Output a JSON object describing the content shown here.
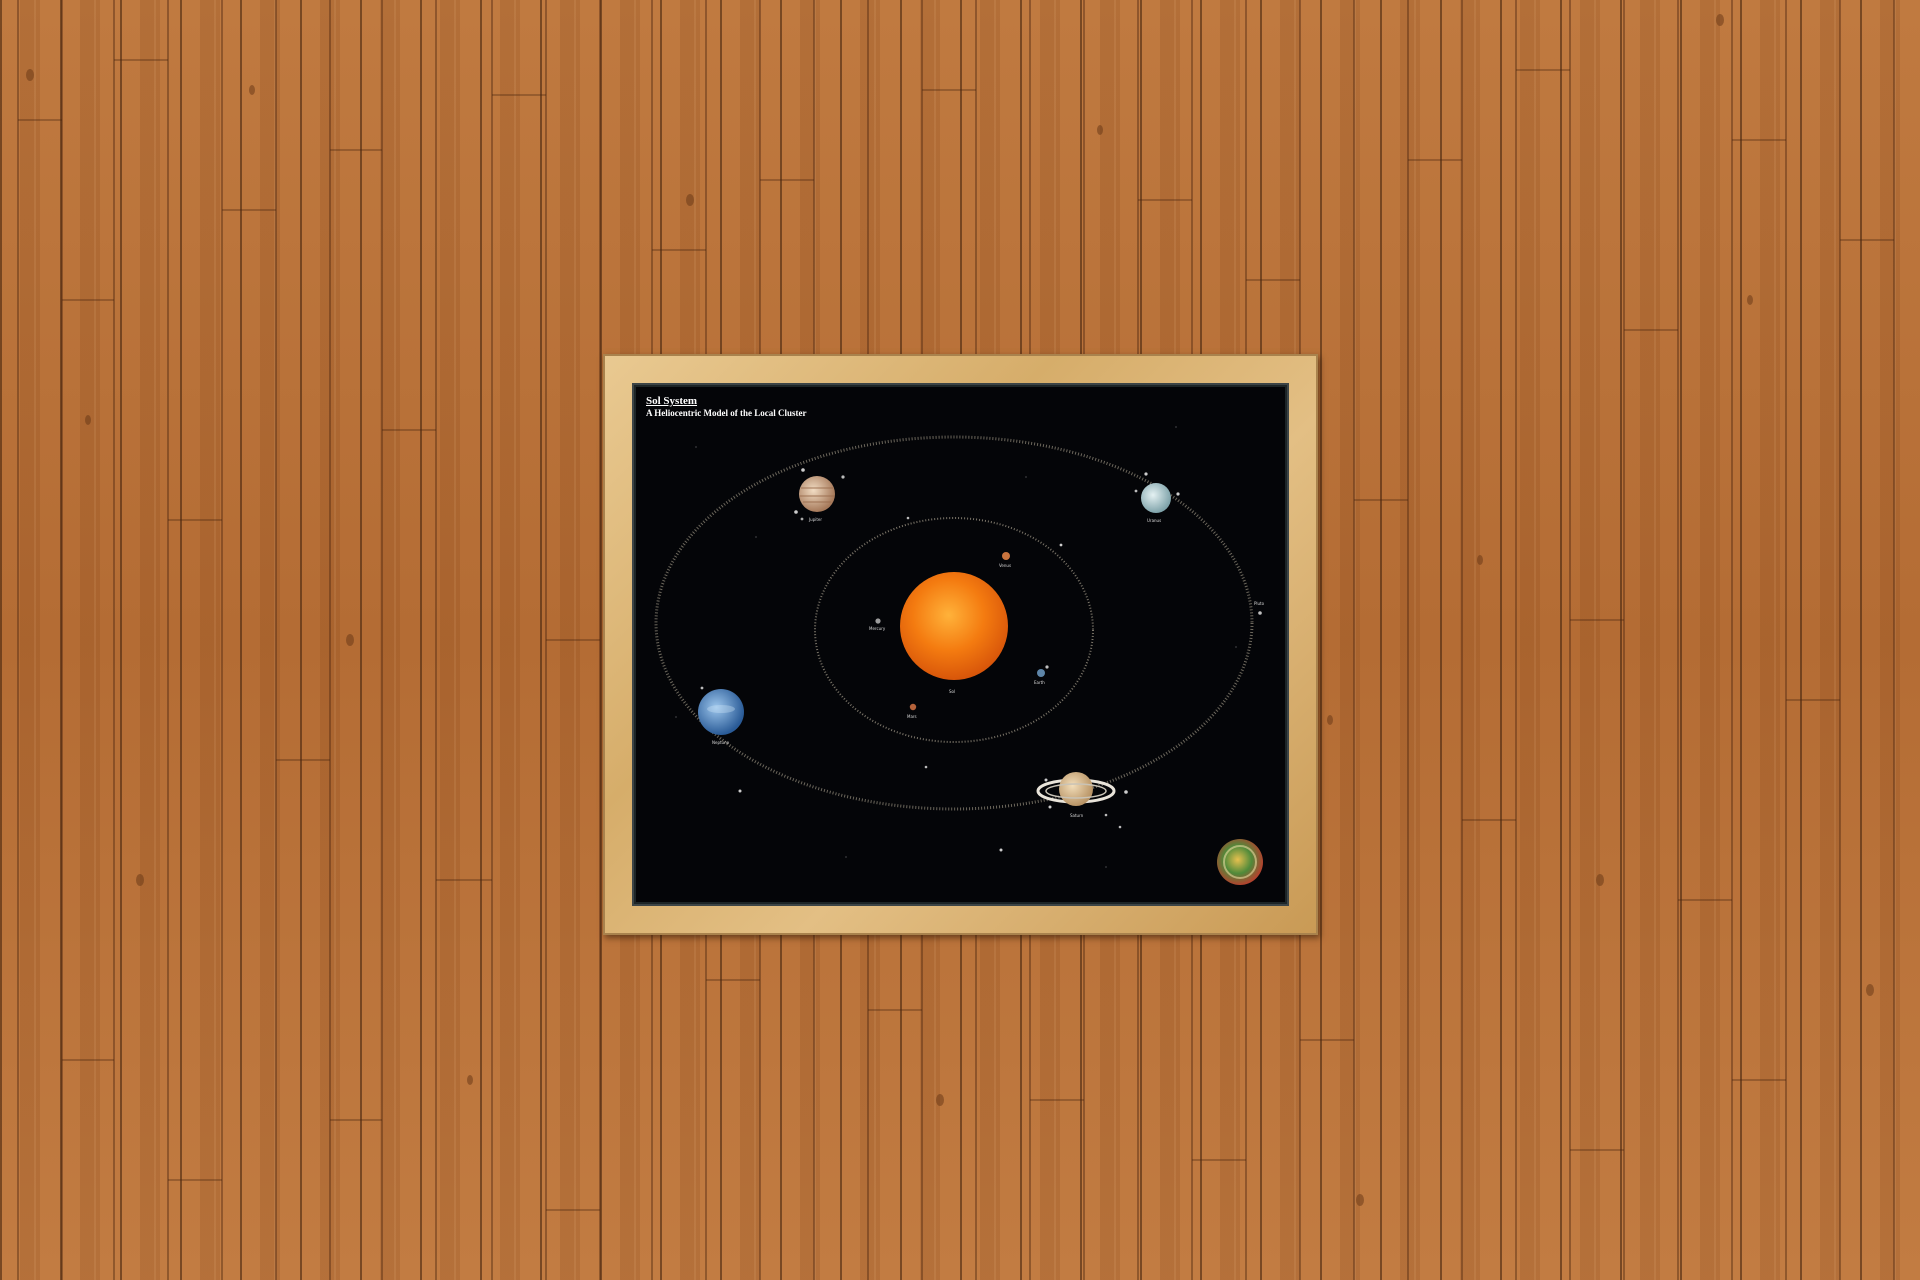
{
  "poster": {
    "title": "Sol System",
    "subtitle": "A Heliocentric Model of the Local Cluster"
  },
  "bodies": {
    "sun": "Sol",
    "mercury": "Mercury",
    "venus": "Venus",
    "earth": "Earth",
    "mars": "Mars",
    "jupiter": "Jupiter",
    "saturn": "Saturn",
    "uranus": "Uranus",
    "neptune": "Neptune",
    "pluto": "Pluto"
  },
  "colors": {
    "wall": "#b9733c",
    "frame_wood": "#dcb574",
    "poster_bg": "#040508",
    "sun": "#f07a12"
  }
}
